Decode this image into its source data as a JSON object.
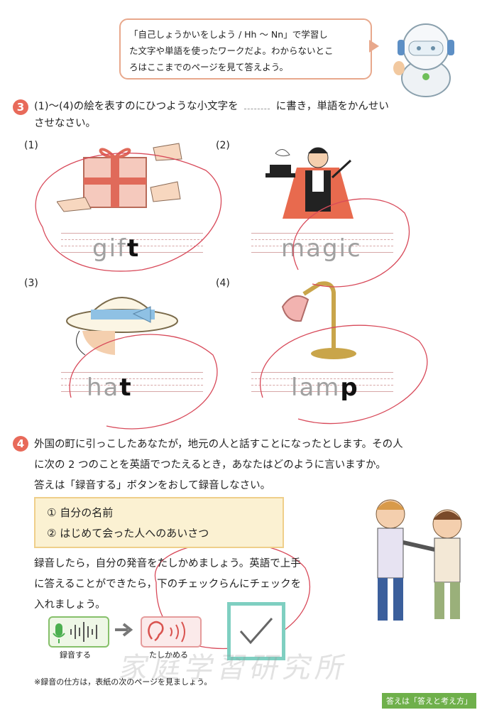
{
  "bubble": {
    "line1": "「自己しょうかいをしよう / Hh ～ Nn」で学習し",
    "line2": "た文字や単語を使ったワークだよ。わからないとこ",
    "line3": "ろはここまでのページを見て答えよう。"
  },
  "q3": {
    "num": "3",
    "line1": "(1)～(4)の絵を表すのにひつような小文字を",
    "line1b": "に書き，単語をかんせい",
    "line2": "させなさい。",
    "items": [
      {
        "label": "(1)",
        "gray": "gif",
        "dark": "t"
      },
      {
        "label": "(2)",
        "gray": "magic",
        "dark": ""
      },
      {
        "label": "(3)",
        "gray": "ha",
        "dark": "t"
      },
      {
        "label": "(4)",
        "gray": "lam",
        "dark": "p"
      }
    ]
  },
  "q4": {
    "num": "4",
    "line1": "外国の町に引っこしたあなたが，地元の人と話すことになったとします。その人",
    "line2": "に次の 2 つのことを英語でつたえるとき，あなたはどのように言いますか。",
    "line3": "答えは「録音する」ボタンをおして録音しなさい。",
    "box": [
      "① 自分の名前",
      "② はじめて会った人へのあいさつ"
    ],
    "after1": "録音したら，自分の発音をたしかめましょう。英語で上手",
    "after2": "に答えることができたら，下のチェックらんにチェックを",
    "after3": "入れましょう。",
    "record_label": "録音する",
    "check_label": "たしかめる",
    "note": "※録音の仕方は，表紙の次のページを見ましょう。"
  },
  "watermark": "家庭学習研究所",
  "footer": "答えは「答えと考え方」",
  "colors": {
    "accent": "#e86a5a",
    "teal": "#7fcfc1",
    "box": "#fbf1d2"
  }
}
